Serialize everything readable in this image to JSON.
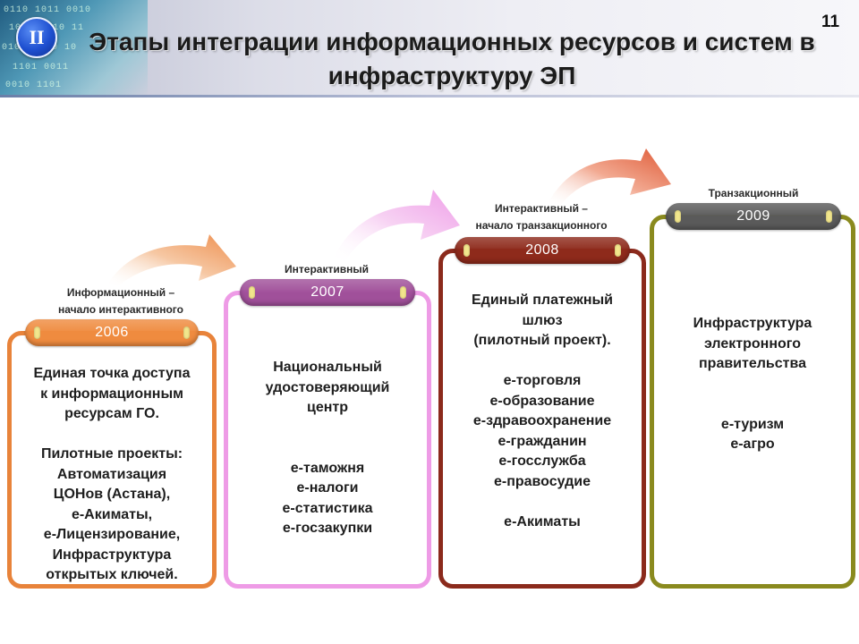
{
  "header": {
    "section_numeral": "II",
    "title": "Этапы интеграции информационных ресурсов и систем в инфраструктуру ЭП",
    "page_number": "11",
    "decor_binary": [
      "0110 1011 0010",
      "1001 0110 11",
      "0101 1100 10",
      "1101 0011",
      "0010 1101"
    ]
  },
  "stages": [
    {
      "label": [
        "Информационный –",
        "начало интерактивного"
      ],
      "year": "2006",
      "color": "#e8833a",
      "pill_color": "#ef8b3f",
      "content": [
        "Единая точка доступа",
        "к информационным",
        "ресурсам ГО.",
        "",
        "Пилотные проекты:",
        "Автоматизация",
        "ЦОНов (Астана),",
        "е-Акиматы,",
        "е-Лицензирование,",
        "Инфраструктура",
        "открытых ключей."
      ]
    },
    {
      "label": [
        "Интерактивный"
      ],
      "year": "2007",
      "color": "#ee9be6",
      "pill_color": "#a0509a",
      "content": [
        "Национальный",
        "удостоверяющий",
        "центр",
        "",
        "",
        "е-таможня",
        "е-налоги",
        "е-статистика",
        "е-госзакупки"
      ]
    },
    {
      "label": [
        "Интерактивный –",
        "начало транзакционного"
      ],
      "year": "2008",
      "color": "#8b2a1c",
      "pill_color": "#8e2a1b",
      "content": [
        "Единый платежный",
        "шлюз",
        "(пилотный проект).",
        "",
        "е-торговля",
        "е-образование",
        "е-здравоохранение",
        "е-гражданин",
        "е-госслужба",
        "е-правосудие",
        "",
        "е-Акиматы"
      ]
    },
    {
      "label": [
        "Транзакционный"
      ],
      "year": "2009",
      "color": "#8a8a1e",
      "pill_color": "#5a5a5a",
      "content": [
        "Инфраструктура",
        "электронного",
        "правительства",
        "",
        "",
        "е-туризм",
        "е-агро"
      ]
    }
  ],
  "arrow_colors": [
    "#f0a26b",
    "#f2b3ee",
    "#e06a4a"
  ]
}
